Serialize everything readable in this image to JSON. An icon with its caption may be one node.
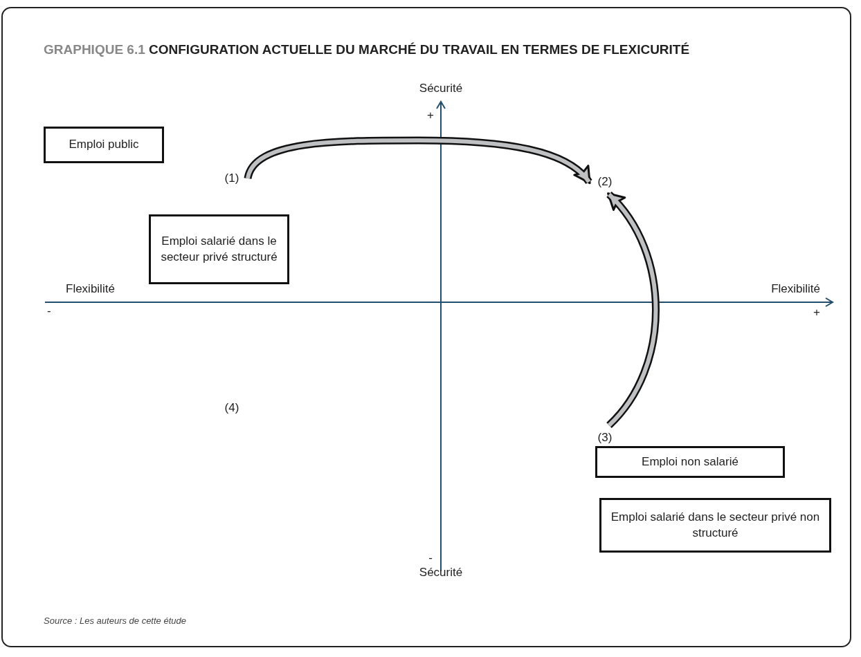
{
  "diagram": {
    "title": "*GRAPHIQUE 6.1* CONFIGURATION ACTUELLE DU MARCHÉ DU TRAVAIL EN TERMES DE FLEXICURITÉ",
    "caption": "Source : Les auteurs de cette étude",
    "nodes": [
      {
        "text": [
          "Emploi public"
        ]
      },
      {
        "text": [
          "Emploi salarié dans le secteur privé structuré"
        ]
      },
      {
        "text": [
          "Emploi non salarié"
        ]
      },
      {
        "text": [
          "Emploi salarié dans le secteur privé non structuré"
        ]
      },
      {
        "text": [
          "(1)"
        ]
      },
      {
        "text": [
          "(2)"
        ]
      },
      {
        "text": [
          "(3)"
        ]
      },
      {
        "text": [
          "(4)"
        ]
      }
    ],
    "edges": [
      {
        "from": 4,
        "to": 5,
        "arrow": "to"
      },
      {
        "from": 6,
        "to": 5,
        "arrow": "to"
      }
    ],
    "labels": [
      "Sécurité",
      "+",
      "Flexibilité",
      "-",
      "Flexibilité",
      "+",
      "-",
      "Sécurité"
    ]
  }
}
